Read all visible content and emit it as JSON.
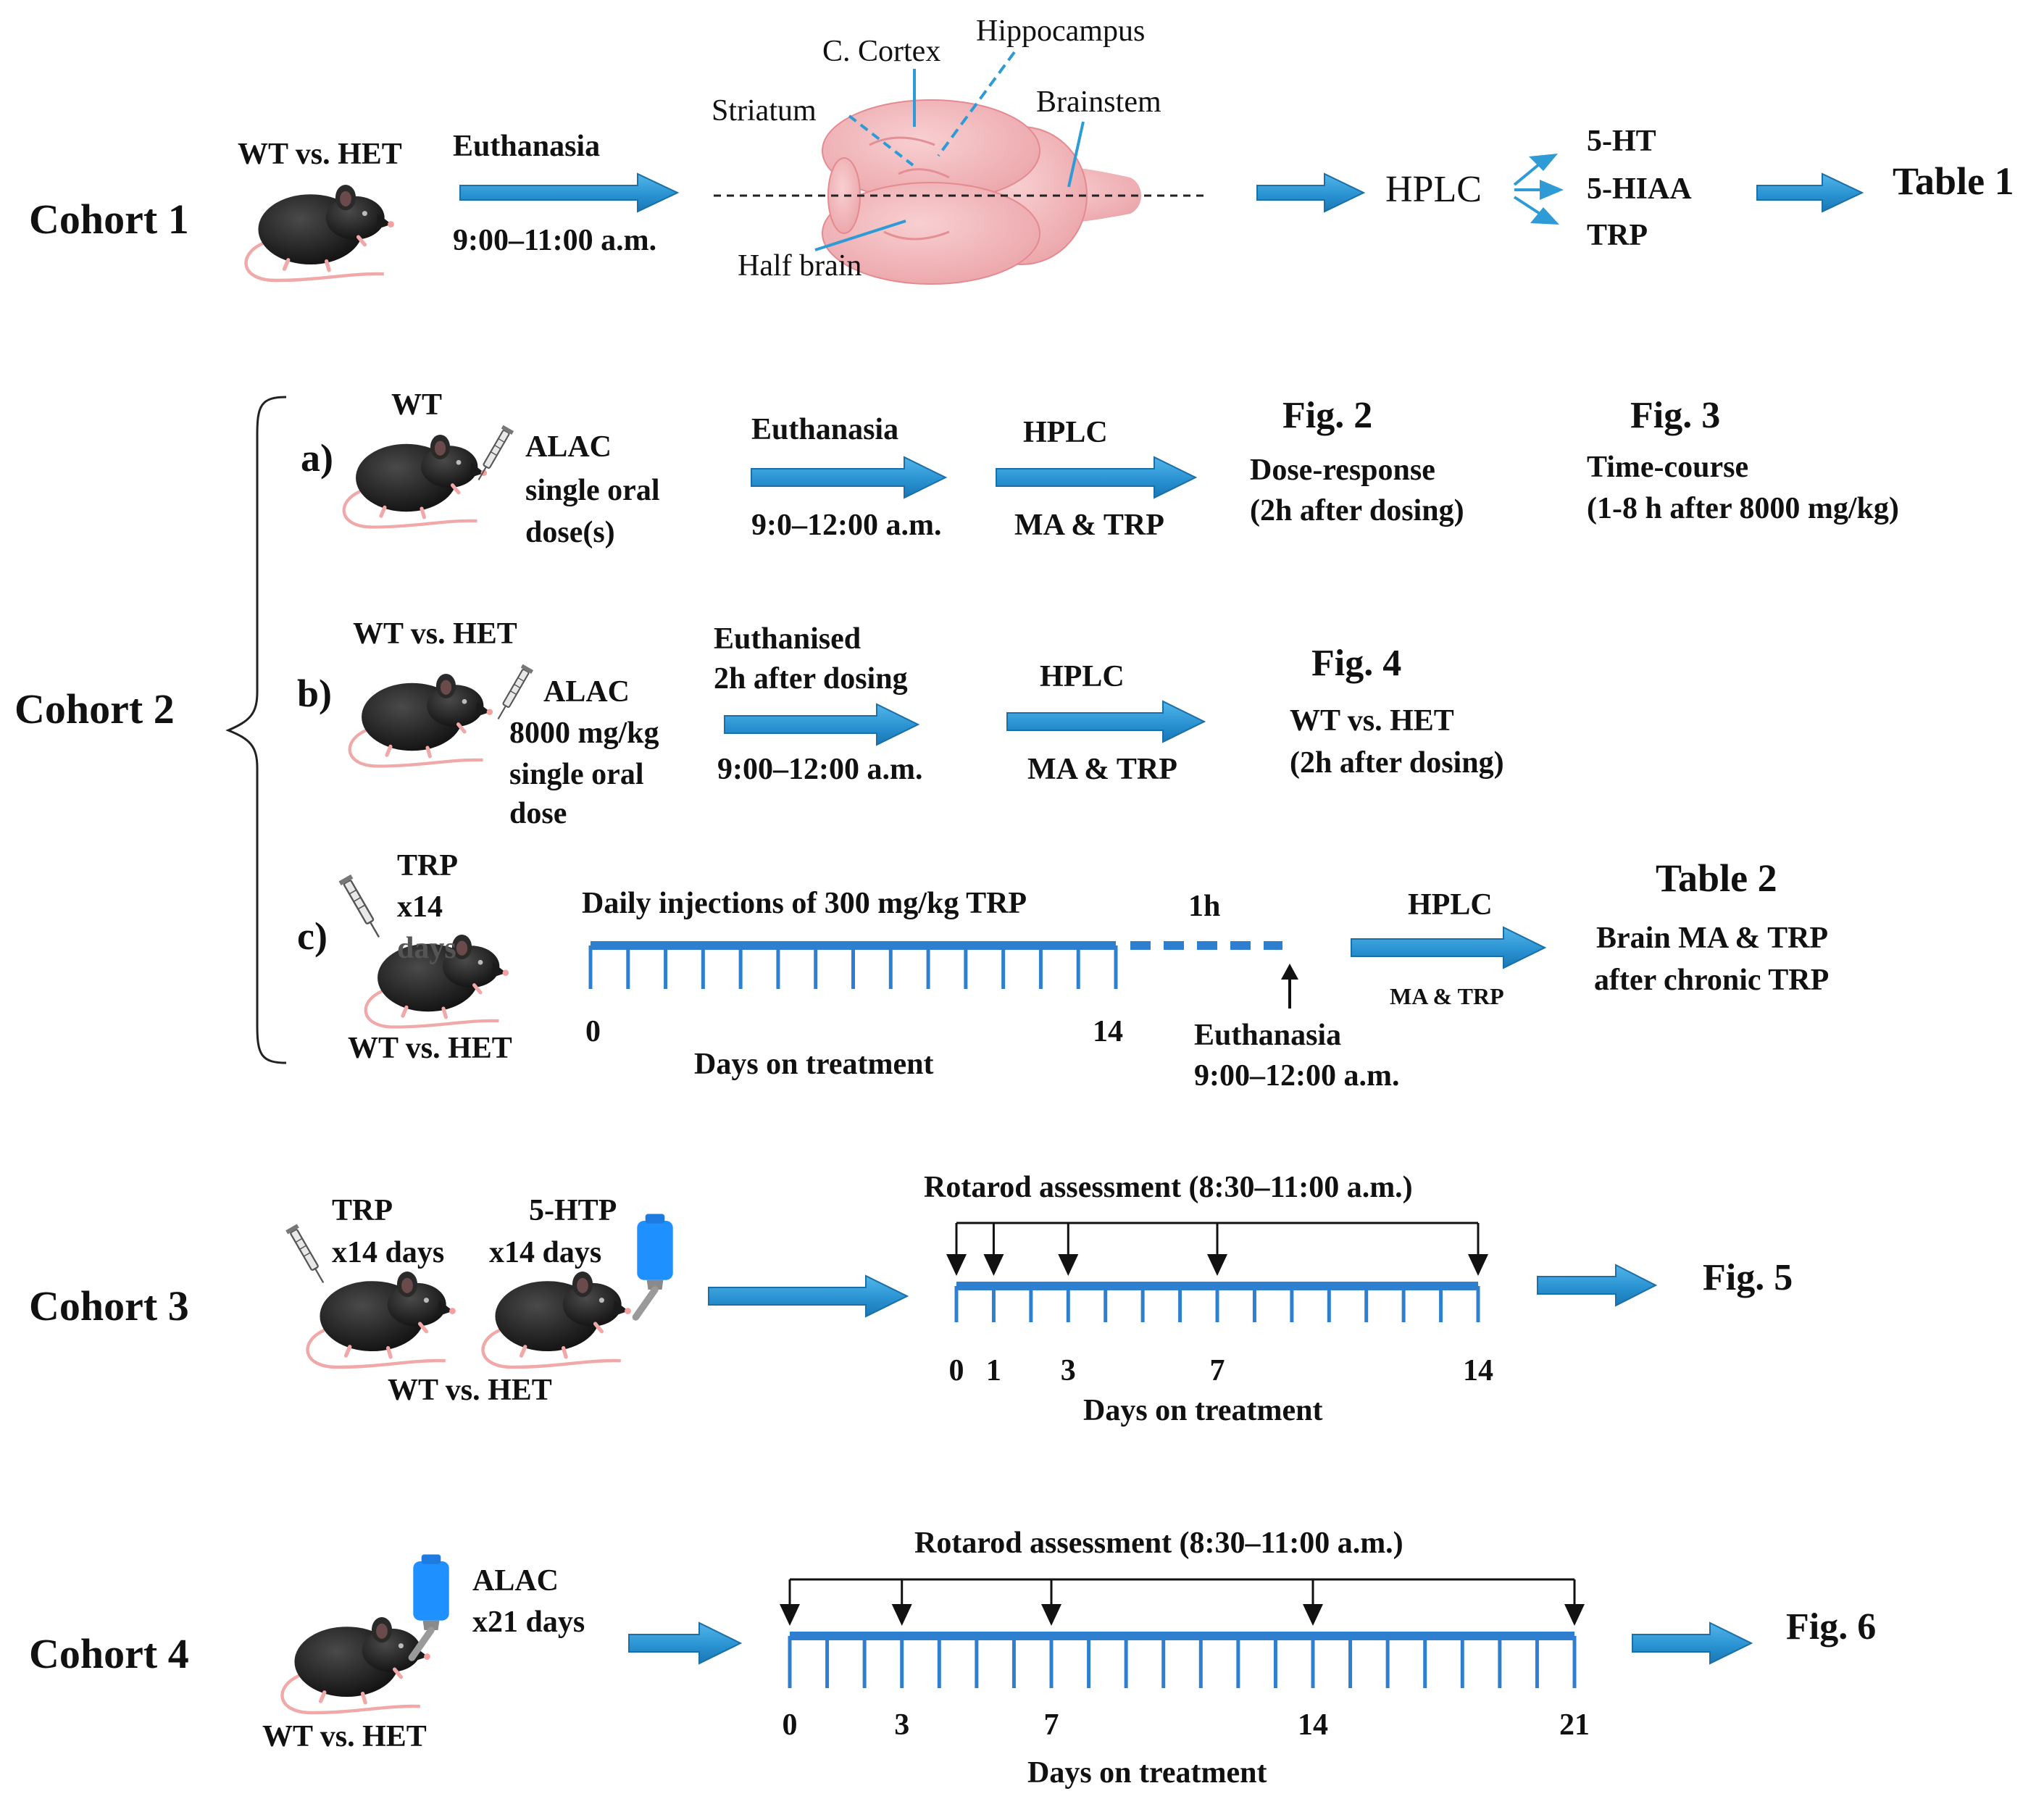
{
  "colors": {
    "arrow": "#2e9bd6",
    "arrow_dark": "#1a77b5",
    "timeline": "#2f7fd0",
    "brain": "#f2b5b8",
    "bottle": "#1e90ff",
    "text": "#111111"
  },
  "cohort1": {
    "label": "Cohort 1",
    "groups": "WT vs.  HET",
    "step1_top": "Euthanasia",
    "step1_bottom": "9:00–11:00 a.m.",
    "brain_regions": {
      "cortex": "C. Cortex",
      "hippocampus": "Hippocampus",
      "striatum": "Striatum",
      "brainstem": "Brainstem",
      "half": "Half brain"
    },
    "analysis": "HPLC",
    "analytes": [
      "5-HT",
      "5-HIAA",
      "TRP"
    ],
    "result": "Table 1"
  },
  "cohort2": {
    "label": "Cohort 2",
    "a": {
      "letter": "a)",
      "group": "WT",
      "treatment": [
        "ALAC",
        "single oral",
        "dose(s)"
      ],
      "step1_top": "Euthanasia",
      "step1_bottom": "9:0–12:00 a.m.",
      "step2_top": "HPLC",
      "step2_bottom": "MA & TRP",
      "fig2_title": "Fig. 2",
      "fig2_line1": "Dose-response",
      "fig2_line2": "(2h after dosing)",
      "fig3_title": "Fig. 3",
      "fig3_line1": "Time-course",
      "fig3_line2": "(1-8 h after 8000 mg/kg)"
    },
    "b": {
      "letter": "b)",
      "group": "WT vs. HET",
      "treatment": [
        "ALAC",
        "8000 mg/kg",
        "single oral",
        "dose"
      ],
      "step1_top1": "Euthanised",
      "step1_top2": "2h after dosing",
      "step1_bottom": "9:00–12:00 a.m.",
      "step2_top": "HPLC",
      "step2_bottom": "MA & TRP",
      "fig_title": "Fig. 4",
      "fig_line1": "WT vs. HET",
      "fig_line2": "(2h after dosing)"
    },
    "c": {
      "letter": "c)",
      "treatment": [
        "TRP",
        "x14",
        "days"
      ],
      "group": "WT vs. HET",
      "timeline_title": "Daily injections of 300 mg/kg TRP",
      "gap_label": "1h",
      "tick_start": "0",
      "tick_end": "14",
      "axis_label": "Days on treatment",
      "euth_line1": "Euthanasia",
      "euth_line2": "9:00–12:00 a.m.",
      "step_top": "HPLC",
      "step_bottom": "MA & TRP",
      "result_title": "Table 2",
      "result_line1": "Brain MA & TRP",
      "result_line2": "after chronic TRP"
    }
  },
  "cohort3": {
    "label": "Cohort 3",
    "trp": [
      "TRP",
      "x14 days"
    ],
    "htp": [
      "5-HTP",
      "x14 days"
    ],
    "group": "WT vs. HET",
    "timeline_title": "Rotarod assessment (8:30–11:00 a.m.)",
    "day_labels": [
      "0",
      "1",
      "3",
      "7",
      "14"
    ],
    "axis_label": "Days on treatment",
    "result": "Fig. 5"
  },
  "cohort4": {
    "label": "Cohort 4",
    "treatment": [
      "ALAC",
      "x21 days"
    ],
    "group": "WT vs. HET",
    "timeline_title": "Rotarod assessment (8:30–11:00 a.m.)",
    "day_labels": [
      "0",
      "3",
      "7",
      "14",
      "21"
    ],
    "axis_label": "Days on treatment",
    "result": "Fig. 6"
  }
}
